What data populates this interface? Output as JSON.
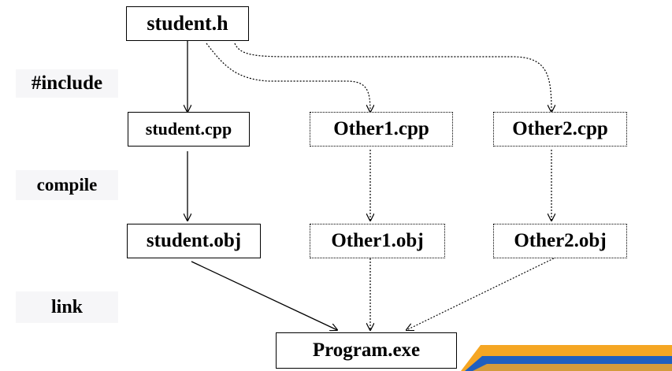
{
  "stages": {
    "include": "#include",
    "compile": "compile",
    "link": "link"
  },
  "nodes": {
    "student_h": "student.h",
    "student_cpp": "student.cpp",
    "other1_cpp": "Other1.cpp",
    "other2_cpp": "Other2.cpp",
    "student_obj": "student.obj",
    "other1_obj": "Other1.obj",
    "other2_obj": "Other2.obj",
    "program_exe": "Program.exe"
  },
  "edges": [
    {
      "from": "student_h",
      "to": "student_cpp",
      "style": "solid"
    },
    {
      "from": "student_h",
      "to": "other1_cpp",
      "style": "dotted"
    },
    {
      "from": "student_h",
      "to": "other2_cpp",
      "style": "dotted"
    },
    {
      "from": "student_cpp",
      "to": "student_obj",
      "style": "solid"
    },
    {
      "from": "other1_cpp",
      "to": "other1_obj",
      "style": "dotted"
    },
    {
      "from": "other2_cpp",
      "to": "other2_obj",
      "style": "dotted"
    },
    {
      "from": "student_obj",
      "to": "program_exe",
      "style": "solid"
    },
    {
      "from": "other1_obj",
      "to": "program_exe",
      "style": "dotted"
    },
    {
      "from": "other2_obj",
      "to": "program_exe",
      "style": "dotted"
    }
  ],
  "colors": {
    "line": "#000000",
    "stage_label_bg": "#f6f6f8",
    "decor_orange": "#f5a623",
    "decor_blue": "#1f5fbf"
  }
}
